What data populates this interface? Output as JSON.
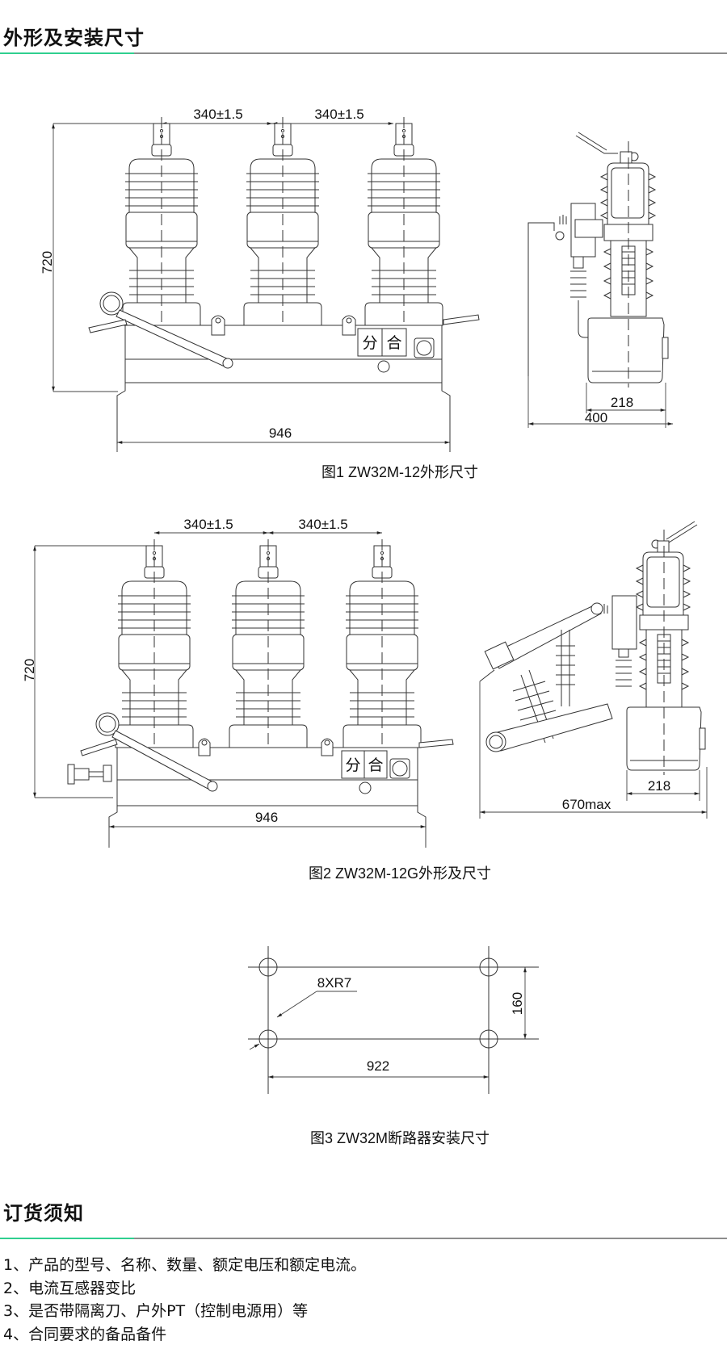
{
  "sections": {
    "dimensions": {
      "title": "外形及安装尺寸",
      "accent_color": "#2fcf8f",
      "rule_color": "#8c8c8c"
    },
    "ordering": {
      "title": "订货须知",
      "items": [
        "1、产品的型号、名称、数量、额定电压和额定电流。",
        "2、电流互感器变比",
        "3、是否带隔离刀、户外PT（控制电源用）等",
        "4、合同要求的备品备件"
      ]
    }
  },
  "figures": [
    {
      "caption": "图1 ZW32M-12外形尺寸",
      "dims": {
        "pole_spacing_left": "340±1.5",
        "pole_spacing_right": "340±1.5",
        "height": "720",
        "width": "946",
        "side_base": "218",
        "side_overall": "400"
      },
      "panel_labels": {
        "open": "分",
        "close": "合"
      }
    },
    {
      "caption": "图2 ZW32M-12G外形及尺寸",
      "dims": {
        "pole_spacing_left": "340±1.5",
        "pole_spacing_right": "340±1.5",
        "height": "720",
        "width": "946",
        "side_base": "218",
        "side_overall": "670max"
      },
      "panel_labels": {
        "open": "分",
        "close": "合"
      }
    },
    {
      "caption": "图3 ZW32M断路器安装尺寸",
      "dims": {
        "hole_label": "8XR7",
        "vertical": "160",
        "horizontal": "922"
      }
    }
  ]
}
